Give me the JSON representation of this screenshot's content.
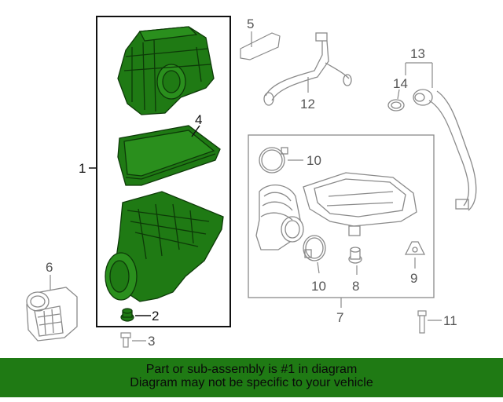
{
  "callouts": {
    "c1": "1",
    "c2": "2",
    "c3": "3",
    "c4": "4",
    "c5": "5",
    "c6": "6",
    "c7": "7",
    "c8": "8",
    "c9": "9",
    "c10a": "10",
    "c10b": "10",
    "c11": "11",
    "c12": "12",
    "c13": "13",
    "c14": "14"
  },
  "banner": {
    "line1": "Part or sub-assembly is #1 in diagram",
    "line2": "Diagram may not be specific to your vehicle"
  },
  "colors": {
    "highlight_fill": "#1f7a14",
    "banner_bg": "#1f7a14",
    "line_gray": "#8a8a8a"
  }
}
